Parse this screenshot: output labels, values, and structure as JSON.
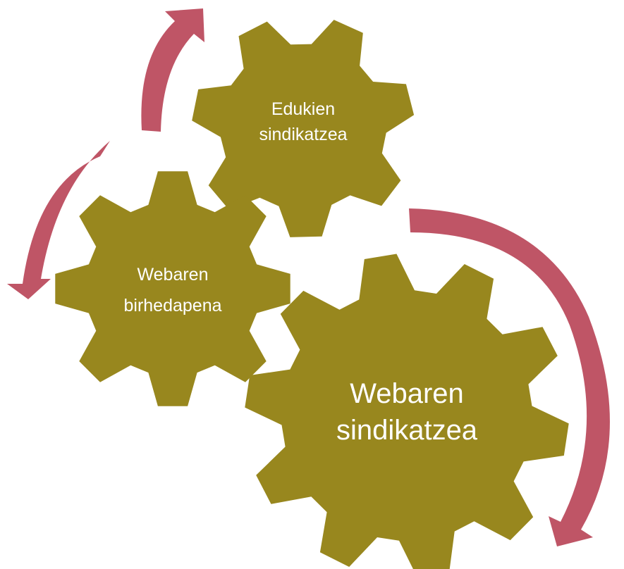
{
  "colors": {
    "gear": "#98871e",
    "arrow": "#bf5566",
    "label": "#ffffff",
    "background": "#ffffff"
  },
  "gears": [
    {
      "id": "content",
      "lines": [
        "Edukien",
        "sindikatzea"
      ]
    },
    {
      "id": "redistribution",
      "lines": [
        "Webaren",
        "birhedapena"
      ]
    },
    {
      "id": "syndication",
      "lines": [
        "Webaren",
        "sindikatzea"
      ]
    }
  ],
  "arrows": [
    {
      "id": "arrow-content",
      "direction": "counterclockwise"
    },
    {
      "id": "arrow-redistribution",
      "direction": "counterclockwise"
    },
    {
      "id": "arrow-syndication",
      "direction": "clockwise"
    }
  ]
}
